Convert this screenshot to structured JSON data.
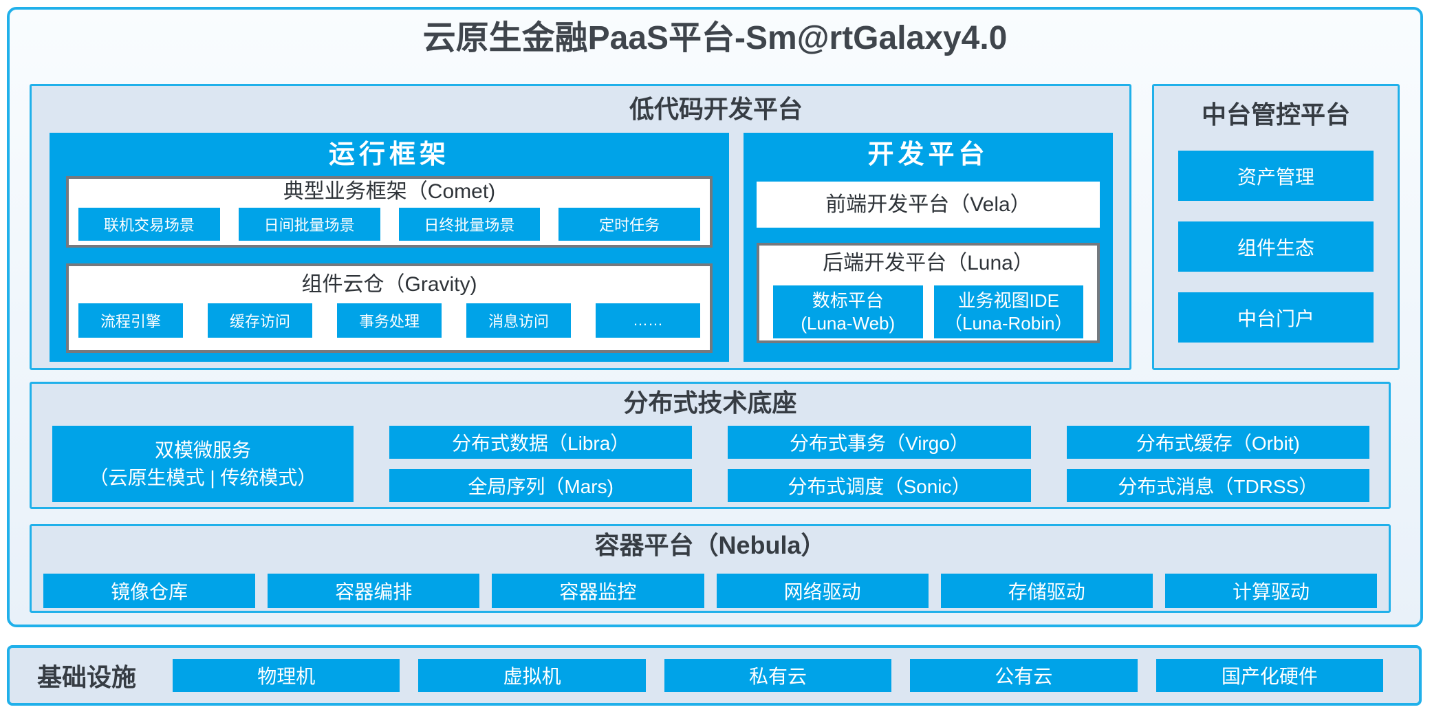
{
  "title": "云原生金融PaaS平台-Sm@rtGalaxy4.0",
  "colors": {
    "accent_blue": "#00a3e8",
    "border_cyan": "#20b0ea",
    "panel_bg": "#dce6f2",
    "gray_border": "#75797e",
    "dark_text": "#3f454c"
  },
  "low_code": {
    "header": "低代码开发平台",
    "runtime": {
      "title": "运行框架",
      "comet": {
        "label": "典型业务框架（Comet)",
        "buttons": [
          "联机交易场景",
          "日间批量场景",
          "日终批量场景",
          "定时任务"
        ]
      },
      "gravity": {
        "label": "组件云仓（Gravity)",
        "buttons": [
          "流程引擎",
          "缓存访问",
          "事务处理",
          "消息访问",
          "……"
        ]
      }
    },
    "dev": {
      "title": "开发平台",
      "vela_label": "前端开发平台（Vela）",
      "luna": {
        "label": "后端开发平台（Luna）",
        "buttons": [
          {
            "line1": "数标平台",
            "line2": "(Luna-Web)"
          },
          {
            "line1": "业务视图IDE",
            "line2": "（Luna-Robin）"
          }
        ]
      }
    }
  },
  "midplatform": {
    "header": "中台管控平台",
    "buttons": [
      "资产管理",
      "组件生态",
      "中台门户"
    ]
  },
  "distributed": {
    "header": "分布式技术底座",
    "dual_mode": {
      "line1": "双模微服务",
      "line2": "（云原生模式 | 传统模式）"
    },
    "columns": [
      [
        "分布式数据（Libra）",
        "全局序列（Mars)"
      ],
      [
        "分布式事务（Virgo）",
        "分布式调度（Sonic）"
      ],
      [
        "分布式缓存（Orbit)",
        "分布式消息（TDRSS）"
      ]
    ]
  },
  "container_platform": {
    "header": "容器平台（Nebula）",
    "buttons": [
      "镜像仓库",
      "容器编排",
      "容器监控",
      "网络驱动",
      "存储驱动",
      "计算驱动"
    ]
  },
  "infrastructure": {
    "header": "基础设施",
    "buttons": [
      "物理机",
      "虚拟机",
      "私有云",
      "公有云",
      "国产化硬件"
    ]
  }
}
